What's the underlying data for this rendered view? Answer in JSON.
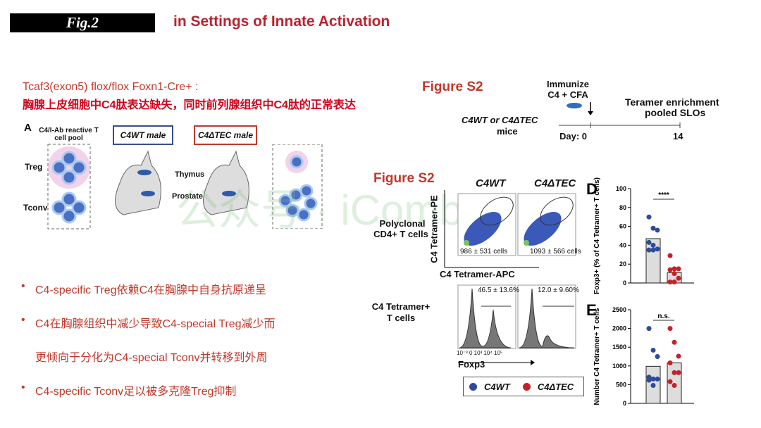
{
  "header": {
    "fig_label": "Fig.2",
    "title": "in Settings of Innate Activation"
  },
  "subtitle": {
    "line1": "Tcaf3(exon5) flox/flox Foxn1-Cre+ :",
    "line2": "胸腺上皮细胞中C4肽表达缺失，同时前列腺组织中C4肽的正常表达"
  },
  "panelA": {
    "letter": "A",
    "pool_label": "C4/I-Ab reactive T cell pool",
    "wt_label": "C4WT male",
    "tec_label": "C4ΔTEC male",
    "treg": "Treg",
    "tconv": "Tconv",
    "thymus": "Thymus",
    "prostate": "Prostate"
  },
  "bullets": [
    "C4-specific Treg依赖C4在胸腺中自身抗原递呈",
    "C4在胸腺组织中减少导致C4-special Treg减少而",
    "更倾向于分化为C4-special Tconv并转移到外周",
    "C4-specific Tconv足以被多克隆Treg抑制"
  ],
  "timeline": {
    "fig": "Figure S2",
    "immunize": "Immunize",
    "immunize2": "C4 + CFA",
    "mice": "C4WT or C4ΔTEC",
    "mice2": "mice",
    "day_label": "Day: 0",
    "day14": "14",
    "end1": "Teramer enrichment",
    "end2": "pooled SLOs"
  },
  "flow": {
    "fig": "Figure S2",
    "wt": "C4WT",
    "tec": "C4ΔTEC",
    "row1a": "Polyclonal",
    "row1b": "CD4+ T cells",
    "row2a": "C4 Tetramer+",
    "row2b": "T cells",
    "yaxis": "C4 Tetramer-PE",
    "xaxis": "C4 Tetramer-APC",
    "count_wt": "986 ± 531 cells",
    "count_tec": "1093 ± 566 cells",
    "pct_wt": "46.5 ± 13.6%",
    "pct_tec": "12.0 ± 9.60%",
    "hist_x": "Foxp3",
    "ticks": "10⁻³ 0 10³  10⁴  10⁵"
  },
  "legend": {
    "wt": "C4WT",
    "tec": "C4ΔTEC",
    "wt_color": "#2e4a9a",
    "tec_color": "#c8202a"
  },
  "watermark": "公众号 · iCombo",
  "chart_data": [
    {
      "type": "bar",
      "panel": "D",
      "ylabel": "Foxp3+ (% of C4 Tetramer+ T cells)",
      "ylim": [
        0,
        100
      ],
      "yticks": [
        0,
        20,
        40,
        60,
        80,
        100
      ],
      "significance": "****",
      "series": [
        {
          "name": "C4WT",
          "mean": 47,
          "points": [
            70,
            58,
            56,
            43,
            40,
            36,
            35,
            35
          ]
        },
        {
          "name": "C4ΔTEC",
          "mean": 11,
          "points": [
            29,
            15,
            15,
            14,
            10,
            5,
            1,
            1
          ]
        }
      ]
    },
    {
      "type": "bar",
      "panel": "E",
      "ylabel": "Number C4 Tetramer+ T cells",
      "ylim": [
        0,
        2500
      ],
      "yticks": [
        0,
        500,
        1000,
        1500,
        2000,
        2500
      ],
      "significance": "n.s.",
      "series": [
        {
          "name": "C4WT",
          "mean": 990,
          "points": [
            2000,
            1420,
            1250,
            700,
            650,
            650,
            620,
            480
          ]
        },
        {
          "name": "C4ΔTEC",
          "mean": 1080,
          "points": [
            2000,
            1630,
            1260,
            1080,
            820,
            820,
            580,
            480
          ]
        }
      ]
    }
  ]
}
